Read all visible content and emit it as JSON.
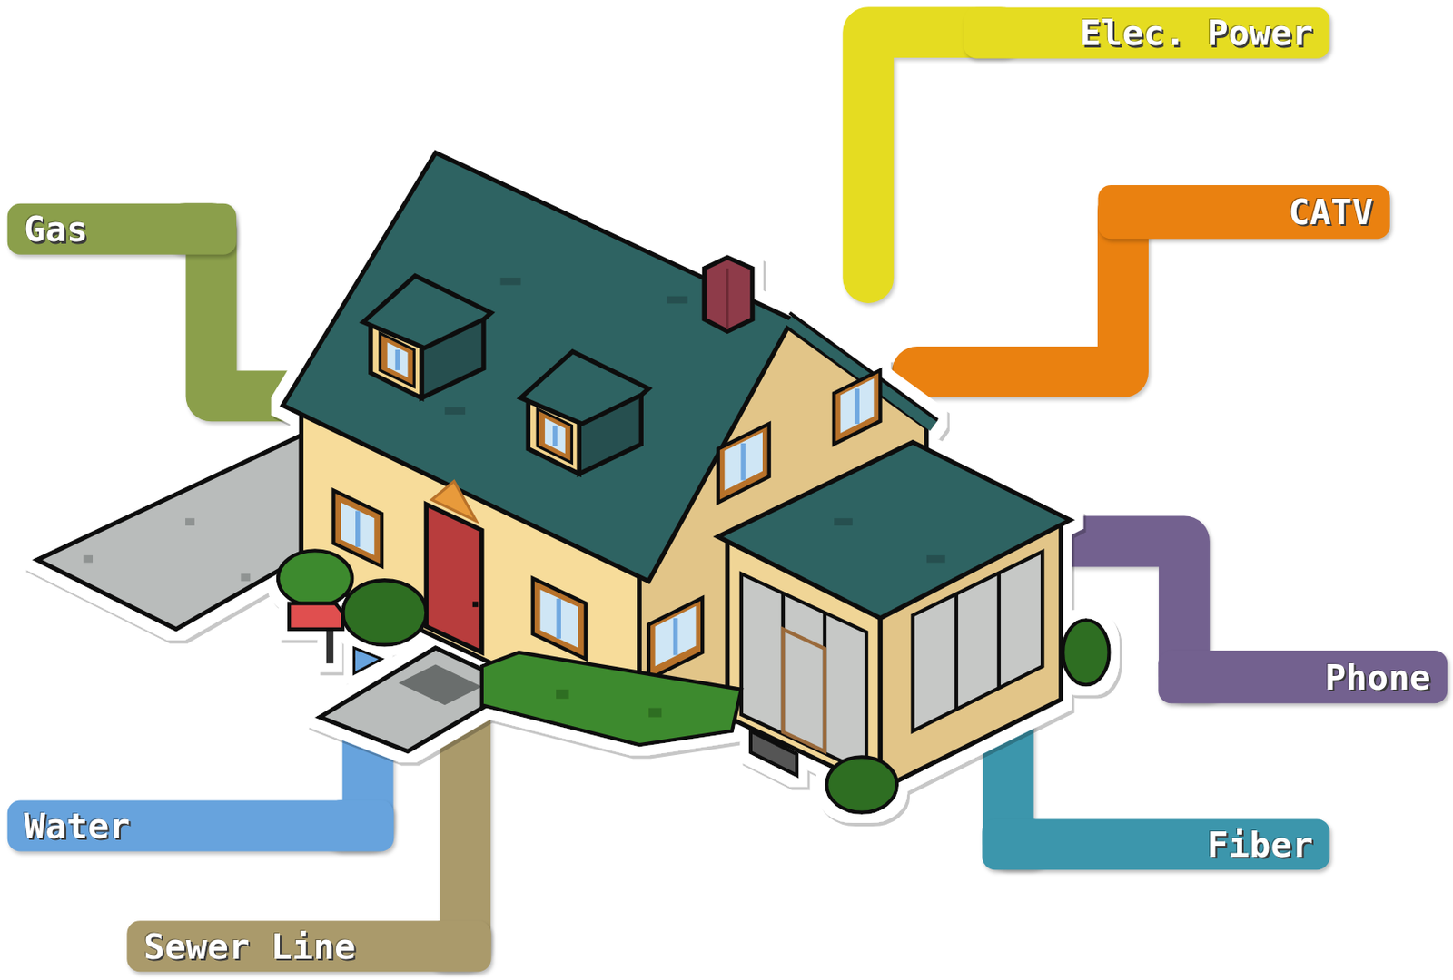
{
  "diagram": {
    "nodes": [
      {
        "text": [
          "Elec. Power"
        ]
      },
      {
        "text": [
          "CATV"
        ]
      },
      {
        "text": [
          "Gas"
        ]
      },
      {
        "text": [
          "Phone"
        ]
      },
      {
        "text": [
          "Water"
        ]
      },
      {
        "text": [
          "Fiber"
        ]
      },
      {
        "text": [
          "Sewer Line"
        ]
      }
    ]
  }
}
